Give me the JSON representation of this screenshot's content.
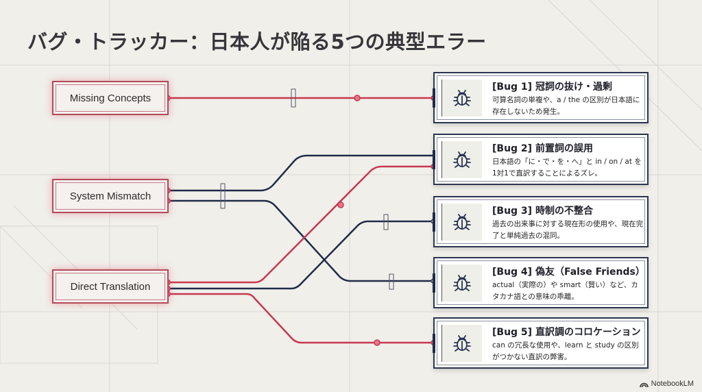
{
  "title": "バグ・トラッカー：日本人が陥る5つの典型エラー",
  "sources": [
    {
      "label": "Missing Concepts"
    },
    {
      "label": "System Mismatch"
    },
    {
      "label": "Direct Translation"
    }
  ],
  "bugs": [
    {
      "title": "[Bug 1] 冠詞の抜け・過剰",
      "desc": "可算名詞の単複や、a / the の区別が日本語に存在しないため発生。",
      "icon": "bug-icon"
    },
    {
      "title": "[Bug 2] 前置詞の誤用",
      "desc": "日本語の「に・で・を・へ」と in / on / at を1対1で直訳することによるズレ。",
      "icon": "bug-icon"
    },
    {
      "title": "[Bug 3] 時制の不整合",
      "desc": "過去の出来事に対する現在形の使用や、現在完了と単純過去の混同。",
      "icon": "bug-icon"
    },
    {
      "title": "[Bug 4] 偽友（False Friends）",
      "desc": "actual（実際の）や smart（賢い）など、カタカナ語との意味の乖離。",
      "icon": "bug-icon"
    },
    {
      "title": "[Bug 5] 直訳調のコロケーション",
      "desc": "can の冗長な使用や、learn と study の区別がつかない直訳の弊害。",
      "icon": "bug-icon"
    }
  ],
  "connections": [
    {
      "from": "Missing Concepts",
      "to": "Bug 1",
      "color": "red"
    },
    {
      "from": "System Mismatch",
      "to": "Bug 2",
      "color": "navy"
    },
    {
      "from": "System Mismatch",
      "to": "Bug 4",
      "color": "navy"
    },
    {
      "from": "Direct Translation",
      "to": "Bug 2",
      "color": "red"
    },
    {
      "from": "Direct Translation",
      "to": "Bug 3",
      "color": "navy"
    },
    {
      "from": "Direct Translation",
      "to": "Bug 5",
      "color": "red"
    }
  ],
  "colors": {
    "red": "#c8384f",
    "navy": "#1f2b48",
    "background": "#f0efea"
  },
  "brand": "NotebookLM"
}
